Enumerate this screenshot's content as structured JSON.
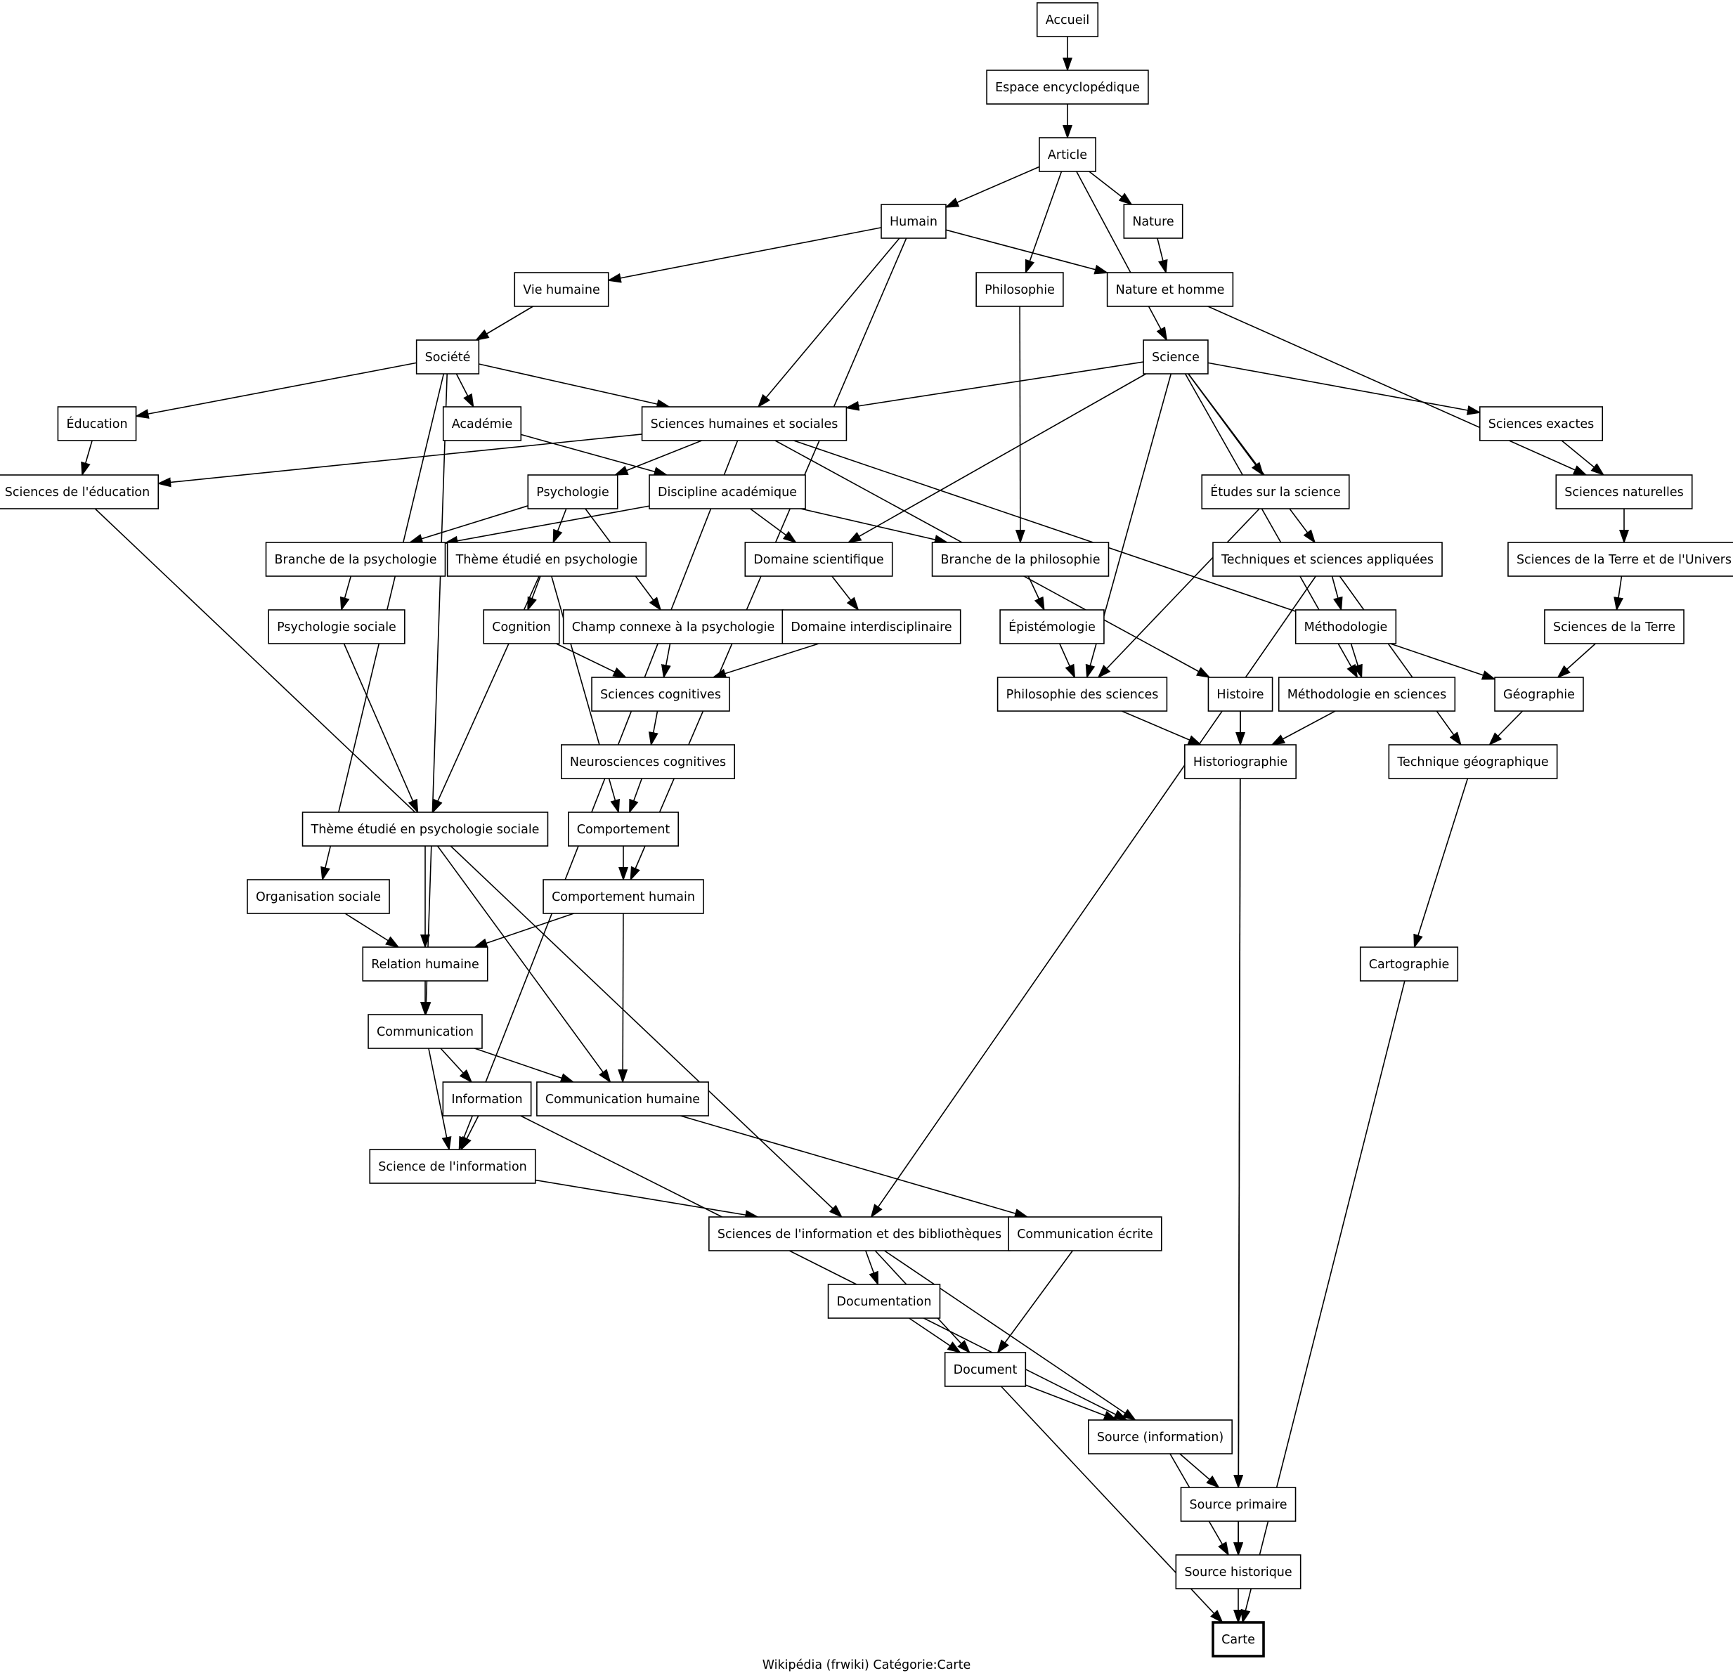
{
  "graph": {
    "caption": "Wikipédia (frwiki) Catégorie:Carte",
    "nodes": [
      {
        "id": "accueil",
        "label": "Accueil"
      },
      {
        "id": "espace",
        "label": "Espace encyclopédique"
      },
      {
        "id": "article",
        "label": "Article"
      },
      {
        "id": "humain",
        "label": "Humain"
      },
      {
        "id": "nature",
        "label": "Nature"
      },
      {
        "id": "vie-humaine",
        "label": "Vie humaine"
      },
      {
        "id": "philosophie",
        "label": "Philosophie"
      },
      {
        "id": "nature-homme",
        "label": "Nature et homme"
      },
      {
        "id": "societe",
        "label": "Société"
      },
      {
        "id": "science",
        "label": "Science"
      },
      {
        "id": "education",
        "label": "Éducation"
      },
      {
        "id": "academie",
        "label": "Académie"
      },
      {
        "id": "shs",
        "label": "Sciences humaines et sociales"
      },
      {
        "id": "sciences-exactes",
        "label": "Sciences exactes"
      },
      {
        "id": "sciences-education",
        "label": "Sciences de l'éducation"
      },
      {
        "id": "psychologie",
        "label": "Psychologie"
      },
      {
        "id": "discipline",
        "label": "Discipline académique"
      },
      {
        "id": "etudes-science",
        "label": "Études sur la science"
      },
      {
        "id": "sciences-naturelles",
        "label": "Sciences naturelles"
      },
      {
        "id": "branche-psycho",
        "label": "Branche de la psychologie"
      },
      {
        "id": "theme-psycho",
        "label": "Thème étudié en psychologie"
      },
      {
        "id": "domaine-sci",
        "label": "Domaine scientifique"
      },
      {
        "id": "branche-philo",
        "label": "Branche de la philosophie"
      },
      {
        "id": "techniques",
        "label": "Techniques et sciences appliquées"
      },
      {
        "id": "sciences-terre-univers",
        "label": "Sciences de la Terre et de l'Univers"
      },
      {
        "id": "psycho-sociale",
        "label": "Psychologie sociale"
      },
      {
        "id": "cognition",
        "label": "Cognition"
      },
      {
        "id": "champ-connexe",
        "label": "Champ connexe à la psychologie"
      },
      {
        "id": "domaine-inter",
        "label": "Domaine interdisciplinaire"
      },
      {
        "id": "epistemologie",
        "label": "Épistémologie"
      },
      {
        "id": "methodologie",
        "label": "Méthodologie"
      },
      {
        "id": "sciences-terre",
        "label": "Sciences de la Terre"
      },
      {
        "id": "sciences-cognitives",
        "label": "Sciences cognitives"
      },
      {
        "id": "philo-sciences",
        "label": "Philosophie des sciences"
      },
      {
        "id": "histoire",
        "label": "Histoire"
      },
      {
        "id": "metho-sciences",
        "label": "Méthodologie en sciences"
      },
      {
        "id": "geographie",
        "label": "Géographie"
      },
      {
        "id": "neurosciences",
        "label": "Neurosciences cognitives"
      },
      {
        "id": "historiographie",
        "label": "Historiographie"
      },
      {
        "id": "technique-geo",
        "label": "Technique géographique"
      },
      {
        "id": "theme-psycho-sociale",
        "label": "Thème étudié en psychologie sociale"
      },
      {
        "id": "comportement",
        "label": "Comportement"
      },
      {
        "id": "organisation-sociale",
        "label": "Organisation sociale"
      },
      {
        "id": "comportement-humain",
        "label": "Comportement humain"
      },
      {
        "id": "relation-humaine",
        "label": "Relation humaine"
      },
      {
        "id": "cartographie",
        "label": "Cartographie"
      },
      {
        "id": "communication",
        "label": "Communication"
      },
      {
        "id": "information",
        "label": "Information"
      },
      {
        "id": "communication-humaine",
        "label": "Communication humaine"
      },
      {
        "id": "science-info",
        "label": "Science de l'information"
      },
      {
        "id": "sib",
        "label": "Sciences de l'information et des bibliothèques"
      },
      {
        "id": "communication-ecrite",
        "label": "Communication écrite"
      },
      {
        "id": "documentation",
        "label": "Documentation"
      },
      {
        "id": "document",
        "label": "Document"
      },
      {
        "id": "source-info",
        "label": "Source (information)"
      },
      {
        "id": "source-primaire",
        "label": "Source primaire"
      },
      {
        "id": "source-historique",
        "label": "Source historique"
      },
      {
        "id": "carte",
        "label": "Carte",
        "focus": true
      }
    ],
    "edges": [
      [
        "accueil",
        "espace"
      ],
      [
        "espace",
        "article"
      ],
      [
        "article",
        "humain"
      ],
      [
        "article",
        "nature"
      ],
      [
        "article",
        "philosophie"
      ],
      [
        "article",
        "science"
      ],
      [
        "humain",
        "vie-humaine"
      ],
      [
        "humain",
        "nature-homme"
      ],
      [
        "humain",
        "shs"
      ],
      [
        "humain",
        "comportement-humain"
      ],
      [
        "nature",
        "nature-homme"
      ],
      [
        "nature-homme",
        "sciences-naturelles"
      ],
      [
        "vie-humaine",
        "societe"
      ],
      [
        "philosophie",
        "branche-philo"
      ],
      [
        "societe",
        "education"
      ],
      [
        "societe",
        "academie"
      ],
      [
        "societe",
        "shs"
      ],
      [
        "societe",
        "organisation-sociale"
      ],
      [
        "societe",
        "communication"
      ],
      [
        "science",
        "shs"
      ],
      [
        "science",
        "sciences-exactes"
      ],
      [
        "science",
        "etudes-science"
      ],
      [
        "science",
        "domaine-sci"
      ],
      [
        "science",
        "techniques"
      ],
      [
        "science",
        "philo-sciences"
      ],
      [
        "science",
        "metho-sciences"
      ],
      [
        "education",
        "sciences-education"
      ],
      [
        "academie",
        "discipline"
      ],
      [
        "shs",
        "sciences-education"
      ],
      [
        "shs",
        "psychologie"
      ],
      [
        "shs",
        "histoire"
      ],
      [
        "shs",
        "geographie"
      ],
      [
        "shs",
        "science-info"
      ],
      [
        "sciences-exactes",
        "sciences-naturelles"
      ],
      [
        "sciences-education",
        "sib"
      ],
      [
        "psychologie",
        "branche-psycho"
      ],
      [
        "psychologie",
        "theme-psycho"
      ],
      [
        "psychologie",
        "champ-connexe"
      ],
      [
        "discipline",
        "branche-psycho"
      ],
      [
        "discipline",
        "domaine-sci"
      ],
      [
        "discipline",
        "branche-philo"
      ],
      [
        "etudes-science",
        "philo-sciences"
      ],
      [
        "sciences-naturelles",
        "sciences-terre-univers"
      ],
      [
        "branche-psycho",
        "psycho-sociale"
      ],
      [
        "theme-psycho",
        "cognition"
      ],
      [
        "theme-psycho",
        "theme-psycho-sociale"
      ],
      [
        "theme-psycho",
        "comportement"
      ],
      [
        "domaine-sci",
        "domaine-inter"
      ],
      [
        "branche-philo",
        "epistemologie"
      ],
      [
        "techniques",
        "methodologie"
      ],
      [
        "techniques",
        "technique-geo"
      ],
      [
        "techniques",
        "sib"
      ],
      [
        "sciences-terre-univers",
        "sciences-terre"
      ],
      [
        "psycho-sociale",
        "theme-psycho-sociale"
      ],
      [
        "cognition",
        "sciences-cognitives"
      ],
      [
        "champ-connexe",
        "sciences-cognitives"
      ],
      [
        "domaine-inter",
        "sciences-cognitives"
      ],
      [
        "epistemologie",
        "philo-sciences"
      ],
      [
        "methodologie",
        "metho-sciences"
      ],
      [
        "sciences-terre",
        "geographie"
      ],
      [
        "sciences-cognitives",
        "neurosciences"
      ],
      [
        "philo-sciences",
        "historiographie"
      ],
      [
        "histoire",
        "historiographie"
      ],
      [
        "histoire",
        "source-historique"
      ],
      [
        "metho-sciences",
        "historiographie"
      ],
      [
        "geographie",
        "technique-geo"
      ],
      [
        "neurosciences",
        "comportement"
      ],
      [
        "historiographie",
        "source-primaire"
      ],
      [
        "technique-geo",
        "cartographie"
      ],
      [
        "theme-psycho-sociale",
        "relation-humaine"
      ],
      [
        "theme-psycho-sociale",
        "communication-humaine"
      ],
      [
        "comportement",
        "comportement-humain"
      ],
      [
        "organisation-sociale",
        "relation-humaine"
      ],
      [
        "comportement-humain",
        "relation-humaine"
      ],
      [
        "comportement-humain",
        "communication-humaine"
      ],
      [
        "relation-humaine",
        "communication"
      ],
      [
        "cartographie",
        "carte"
      ],
      [
        "communication",
        "information"
      ],
      [
        "communication",
        "communication-humaine"
      ],
      [
        "communication",
        "science-info"
      ],
      [
        "information",
        "science-info"
      ],
      [
        "information",
        "source-info"
      ],
      [
        "communication-humaine",
        "communication-ecrite"
      ],
      [
        "science-info",
        "sib"
      ],
      [
        "sib",
        "documentation"
      ],
      [
        "sib",
        "document"
      ],
      [
        "sib",
        "source-info"
      ],
      [
        "communication-ecrite",
        "document"
      ],
      [
        "documentation",
        "document"
      ],
      [
        "document",
        "source-info"
      ],
      [
        "document",
        "carte"
      ],
      [
        "source-info",
        "source-primaire"
      ],
      [
        "source-info",
        "source-historique"
      ],
      [
        "source-primaire",
        "source-historique"
      ],
      [
        "source-historique",
        "carte"
      ]
    ]
  }
}
